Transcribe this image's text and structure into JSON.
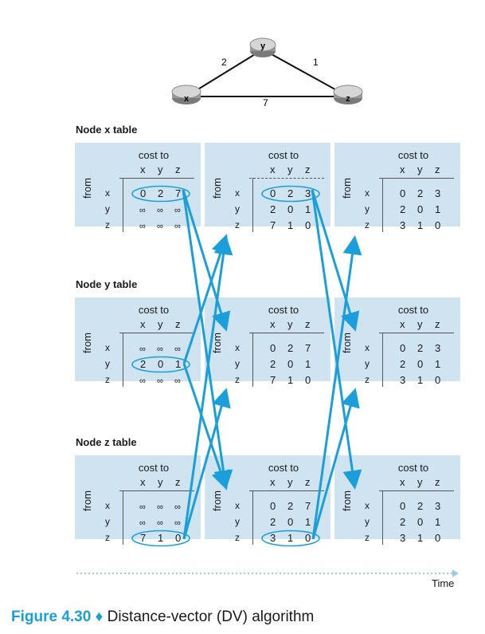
{
  "topology": {
    "nodes": [
      "x",
      "y",
      "z"
    ],
    "links": [
      {
        "from": "x",
        "to": "y",
        "cost": "2"
      },
      {
        "from": "y",
        "to": "z",
        "cost": "1"
      },
      {
        "from": "x",
        "to": "z",
        "cost": "7"
      }
    ]
  },
  "labels": {
    "cost_to": "cost to",
    "from": "from",
    "cols": [
      "x",
      "y",
      "z"
    ],
    "rows": [
      "x",
      "y",
      "z"
    ],
    "infinity": "∞"
  },
  "sections": [
    {
      "title": "Node x table",
      "tables": [
        [
          [
            "0",
            "2",
            "7"
          ],
          [
            "∞",
            "∞",
            "∞"
          ],
          [
            "∞",
            "∞",
            "∞"
          ]
        ],
        [
          [
            "0",
            "2",
            "3"
          ],
          [
            "2",
            "0",
            "1"
          ],
          [
            "7",
            "1",
            "0"
          ]
        ],
        [
          [
            "0",
            "2",
            "3"
          ],
          [
            "2",
            "0",
            "1"
          ],
          [
            "3",
            "1",
            "0"
          ]
        ]
      ]
    },
    {
      "title": "Node y table",
      "tables": [
        [
          [
            "∞",
            "∞",
            "∞"
          ],
          [
            "2",
            "0",
            "1"
          ],
          [
            "∞",
            "∞",
            "∞"
          ]
        ],
        [
          [
            "0",
            "2",
            "7"
          ],
          [
            "2",
            "0",
            "1"
          ],
          [
            "7",
            "1",
            "0"
          ]
        ],
        [
          [
            "0",
            "2",
            "3"
          ],
          [
            "2",
            "0",
            "1"
          ],
          [
            "3",
            "1",
            "0"
          ]
        ]
      ]
    },
    {
      "title": "Node z table",
      "tables": [
        [
          [
            "∞",
            "∞",
            "∞"
          ],
          [
            "∞",
            "∞",
            "∞"
          ],
          [
            "7",
            "1",
            "0"
          ]
        ],
        [
          [
            "0",
            "2",
            "7"
          ],
          [
            "2",
            "0",
            "1"
          ],
          [
            "3",
            "1",
            "0"
          ]
        ],
        [
          [
            "0",
            "2",
            "3"
          ],
          [
            "2",
            "0",
            "1"
          ],
          [
            "3",
            "1",
            "0"
          ]
        ]
      ]
    }
  ],
  "time_label": "Time",
  "caption": {
    "figure": "Figure 4.30",
    "bullet": "♦",
    "text": "Distance-vector (DV) algorithm"
  },
  "colors": {
    "arrow": "#1a9fdc",
    "panel": "#cfe3f1",
    "accent": "#1aa0d8"
  }
}
